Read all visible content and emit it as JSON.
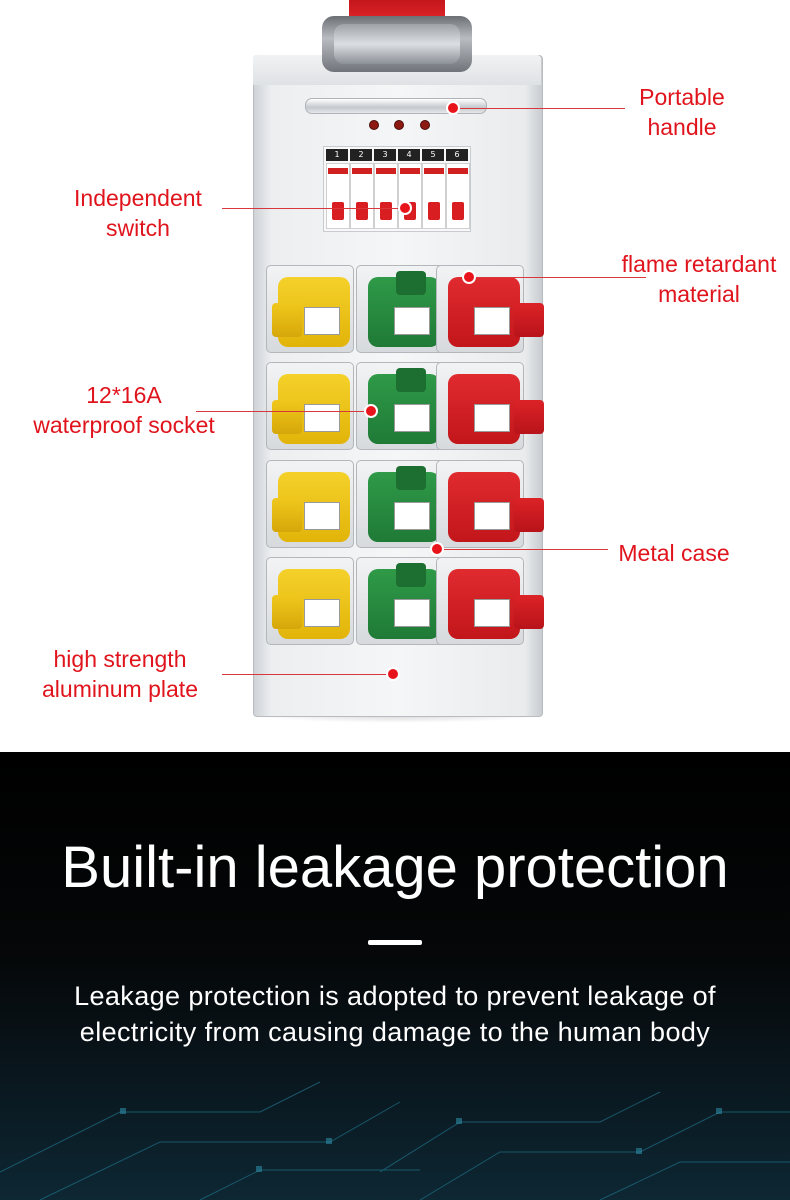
{
  "callouts": {
    "portable_handle": [
      "Portable",
      "handle"
    ],
    "independent_switch": [
      "Independent",
      "switch"
    ],
    "flame_retardant": [
      "flame retardant",
      "material"
    ],
    "waterproof_socket": [
      "12*16A",
      "waterproof socket"
    ],
    "metal_case": [
      "Metal case"
    ],
    "aluminum_plate": [
      "high strength",
      "aluminum plate"
    ]
  },
  "switch_numbers": [
    "1",
    "2",
    "3",
    "4",
    "5",
    "6"
  ],
  "socket_colors": [
    "yellow",
    "green",
    "red"
  ],
  "info": {
    "title": "Built-in leakage protection",
    "description_line1": "Leakage protection is adopted to prevent leakage of",
    "description_line2": "electricity from causing damage to the human body"
  },
  "colors": {
    "callout_red": "#e0141c",
    "socket_yellow": "#e2b409",
    "socket_green": "#1f7a36",
    "socket_red": "#c2161b"
  }
}
